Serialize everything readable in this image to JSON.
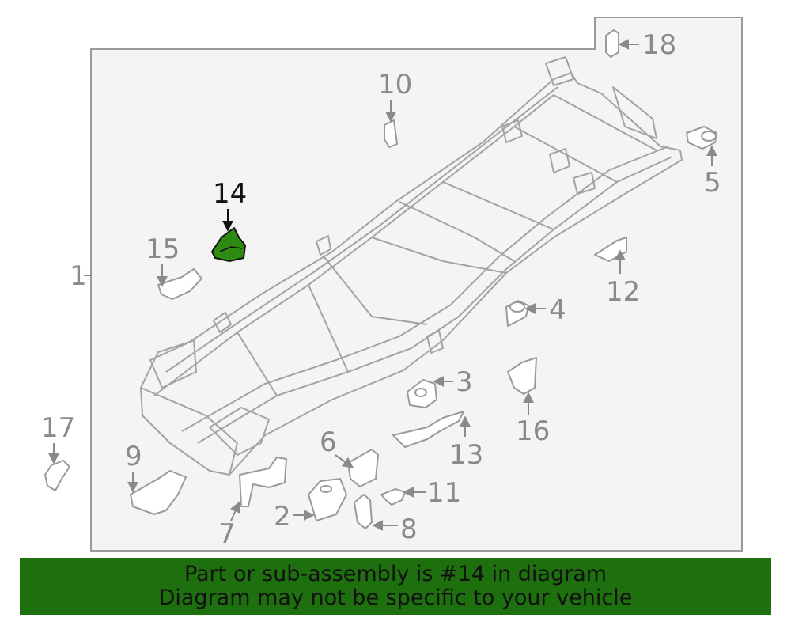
{
  "diagram": {
    "main_callout": "1",
    "highlighted_part": "14",
    "highlight_color": "#2e8b12",
    "callouts": [
      "2",
      "3",
      "4",
      "5",
      "6",
      "7",
      "8",
      "9",
      "10",
      "11",
      "12",
      "13",
      "14",
      "15",
      "16",
      "17",
      "18"
    ]
  },
  "banner": {
    "line1": "Part or sub-assembly is #14 in diagram",
    "line2": "Diagram may not be specific to your vehicle",
    "background": "#1e6f0d"
  }
}
